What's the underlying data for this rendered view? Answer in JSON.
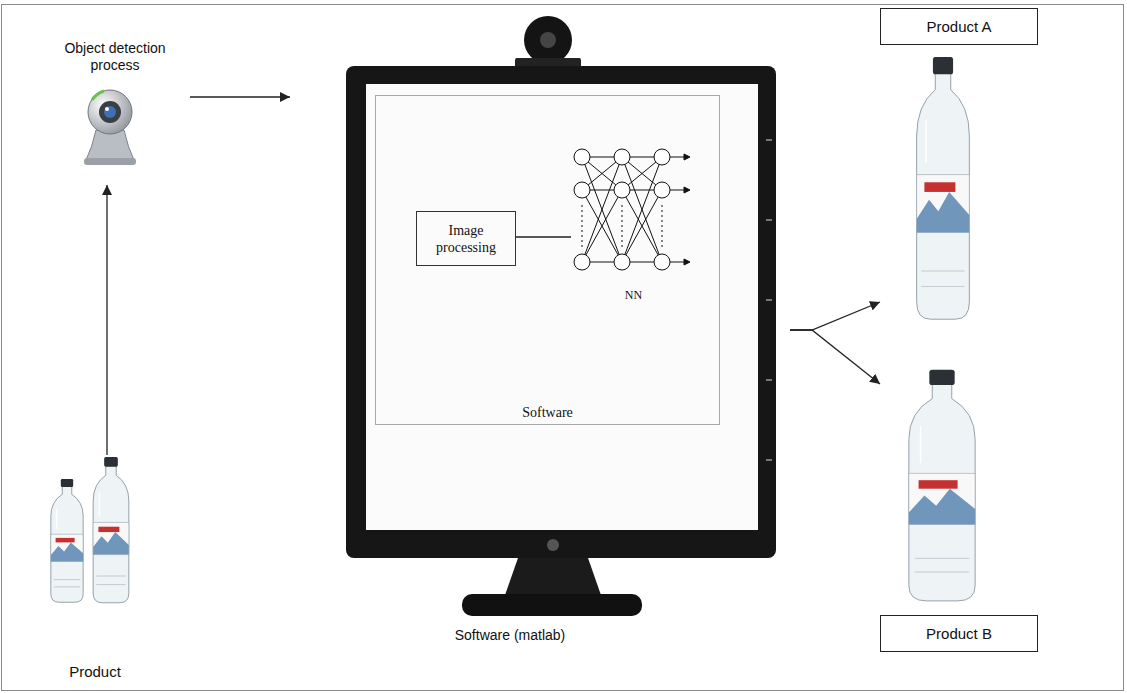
{
  "diagram": {
    "nodes": [
      {
        "text": [
          "Object detection process"
        ]
      },
      {
        "text": [
          "Product"
        ]
      },
      {
        "text": [
          "Software (matlab)"
        ]
      },
      {
        "text": [
          "Software"
        ],
        "in": 2
      },
      {
        "text": [
          "Image processing"
        ],
        "in": 3
      },
      {
        "text": [
          "NN"
        ],
        "in": 3
      },
      {
        "text": [
          "Product A"
        ]
      },
      {
        "text": [
          "Product B"
        ]
      }
    ],
    "edges": [
      {
        "from": 1,
        "to": 0,
        "arrow": "to"
      },
      {
        "from": 0,
        "to": 2,
        "arrow": "to"
      },
      {
        "from": 4,
        "to": 5,
        "arrow": "none"
      },
      {
        "from": 2,
        "to": 6,
        "arrow": "to"
      },
      {
        "from": 2,
        "to": 7,
        "arrow": "to"
      }
    ]
  }
}
